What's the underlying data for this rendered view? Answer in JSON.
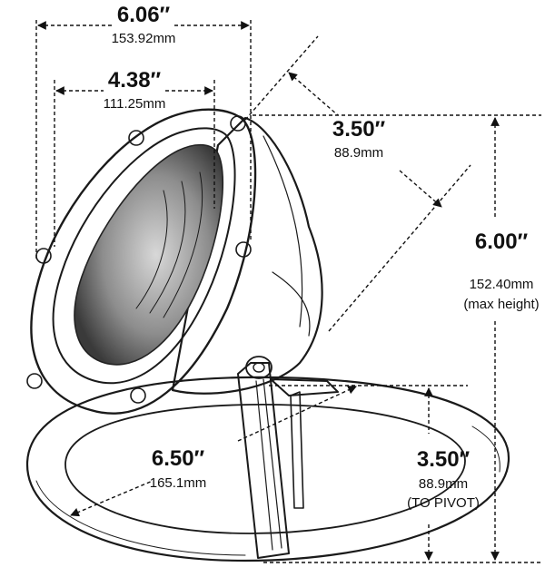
{
  "dimensions": {
    "top_width": {
      "inches": "6.06″",
      "mm": "153.92mm"
    },
    "lens_width": {
      "inches": "4.38″",
      "mm": "111.25mm"
    },
    "housing_depth": {
      "inches": "3.50″",
      "mm": "88.9mm"
    },
    "max_height": {
      "inches": "6.00″",
      "mm": "152.40mm",
      "note": "(max height)"
    },
    "base_diameter": {
      "inches": "6.50″",
      "mm": "165.1mm"
    },
    "pivot_height": {
      "inches": "3.50″",
      "mm": "88.9mm",
      "note": "(TO PIVOT)"
    }
  },
  "colors": {
    "ink": "#111111",
    "background": "#ffffff"
  },
  "icons": [
    "underwater-light-fixture-illustration",
    "dimension-arrow"
  ]
}
